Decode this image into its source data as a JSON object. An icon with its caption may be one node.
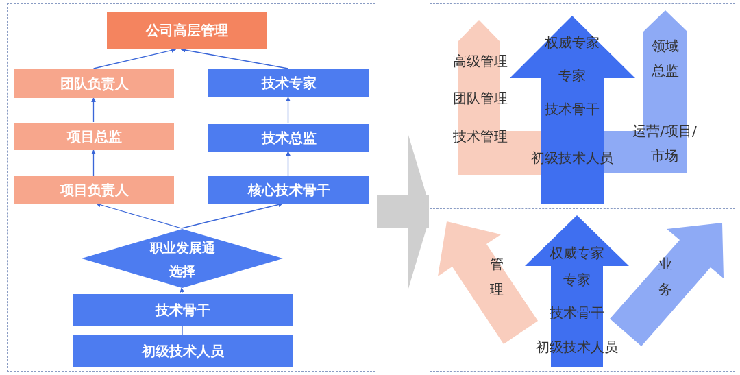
{
  "diagram": {
    "nodes": [
      {
        "text": [],
        "shape": "box"
      },
      {
        "text": [
          "公司高层管理"
        ],
        "in": 0
      },
      {
        "text": [
          "团队负责人"
        ],
        "in": 0
      },
      {
        "text": [
          "技术专家"
        ],
        "in": 0
      },
      {
        "text": [
          "项目总监"
        ],
        "in": 0
      },
      {
        "text": [
          "技术总监"
        ],
        "in": 0
      },
      {
        "text": [
          "项目负责人"
        ],
        "in": 0
      },
      {
        "text": [
          "核心技术骨干"
        ],
        "in": 0
      },
      {
        "text": [
          "职业发展通选择"
        ],
        "in": 0
      },
      {
        "text": [
          "技术骨干"
        ],
        "in": 0
      },
      {
        "text": [
          "初级技术人员"
        ],
        "in": 0
      },
      {
        "text": [],
        "shape": "box"
      },
      {
        "text": [
          "高级管理",
          "团队管理",
          "技术管理"
        ],
        "in": 11
      },
      {
        "text": [
          "权威专家",
          "专家",
          "技术骨干",
          "初级技术人员"
        ],
        "in": 11
      },
      {
        "text": [
          "领域总监",
          "运营/项目/市场"
        ],
        "in": 11
      },
      {
        "text": [],
        "shape": "box"
      },
      {
        "text": [
          "管理"
        ],
        "in": 15
      },
      {
        "text": [
          "权威专家",
          "专家",
          "技术骨干",
          "初级技术人员"
        ],
        "in": 15
      },
      {
        "text": [
          "业务"
        ],
        "in": 15
      }
    ],
    "edges": [
      {
        "from": 2,
        "to": 1,
        "arrow": "to"
      },
      {
        "from": 3,
        "to": 1,
        "arrow": "to"
      },
      {
        "from": 4,
        "to": 2,
        "arrow": "to"
      },
      {
        "from": 5,
        "to": 3,
        "arrow": "to"
      },
      {
        "from": 6,
        "to": 4,
        "arrow": "to"
      },
      {
        "from": 7,
        "to": 5,
        "arrow": "to"
      },
      {
        "from": 8,
        "to": 6,
        "arrow": "to"
      },
      {
        "from": 8,
        "to": 7,
        "arrow": "to"
      },
      {
        "from": 9,
        "to": 8,
        "arrow": "to"
      },
      {
        "from": 10,
        "to": 9,
        "arrow": "none"
      },
      {
        "from": 0,
        "to": 11,
        "arrow": "to",
        "style": "thick",
        "color": "#cfcfcf"
      },
      {
        "from": 0,
        "to": 15,
        "arrow": "to",
        "style": "thick",
        "color": "#cfcfcf"
      }
    ]
  }
}
